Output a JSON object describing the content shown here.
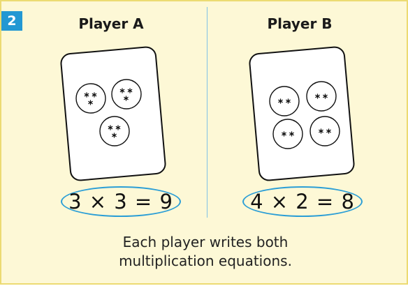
{
  "step": {
    "number": "2"
  },
  "players": [
    {
      "name": "Player A",
      "equation": "3 × 3 = 9",
      "groups": 3,
      "stars_per_group": 3
    },
    {
      "name": "Player B",
      "equation": "4 × 2 = 8",
      "groups": 4,
      "stars_per_group": 2
    }
  ],
  "caption": {
    "line1": "Each player writes both",
    "line2": "multiplication equations."
  },
  "colors": {
    "panel_background": "#fdf8d6",
    "panel_border": "#ecdb72",
    "accent_blue": "#2398d3",
    "oval_outline": "#2b9ed6"
  }
}
